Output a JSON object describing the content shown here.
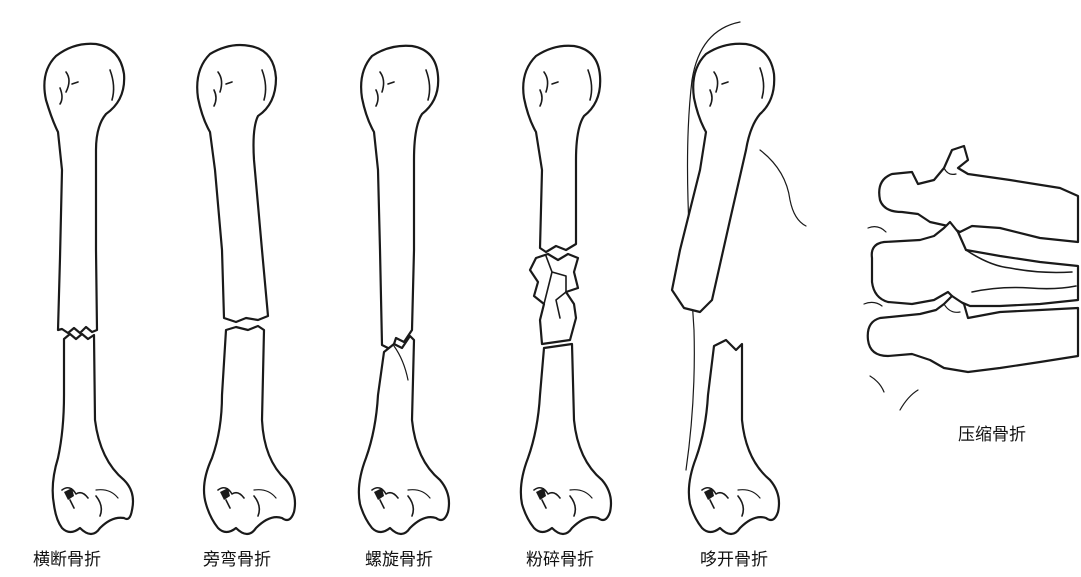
{
  "figure": {
    "labels": {
      "transverse": "横断骨折",
      "angulated": "旁弯骨折",
      "spiral": "螺旋骨折",
      "comminuted": "粉碎骨折",
      "gaping": "哆开骨折",
      "compression": "压缩骨折"
    }
  },
  "colors": {
    "ink": "#1a1a1a",
    "background": "#ffffff"
  }
}
